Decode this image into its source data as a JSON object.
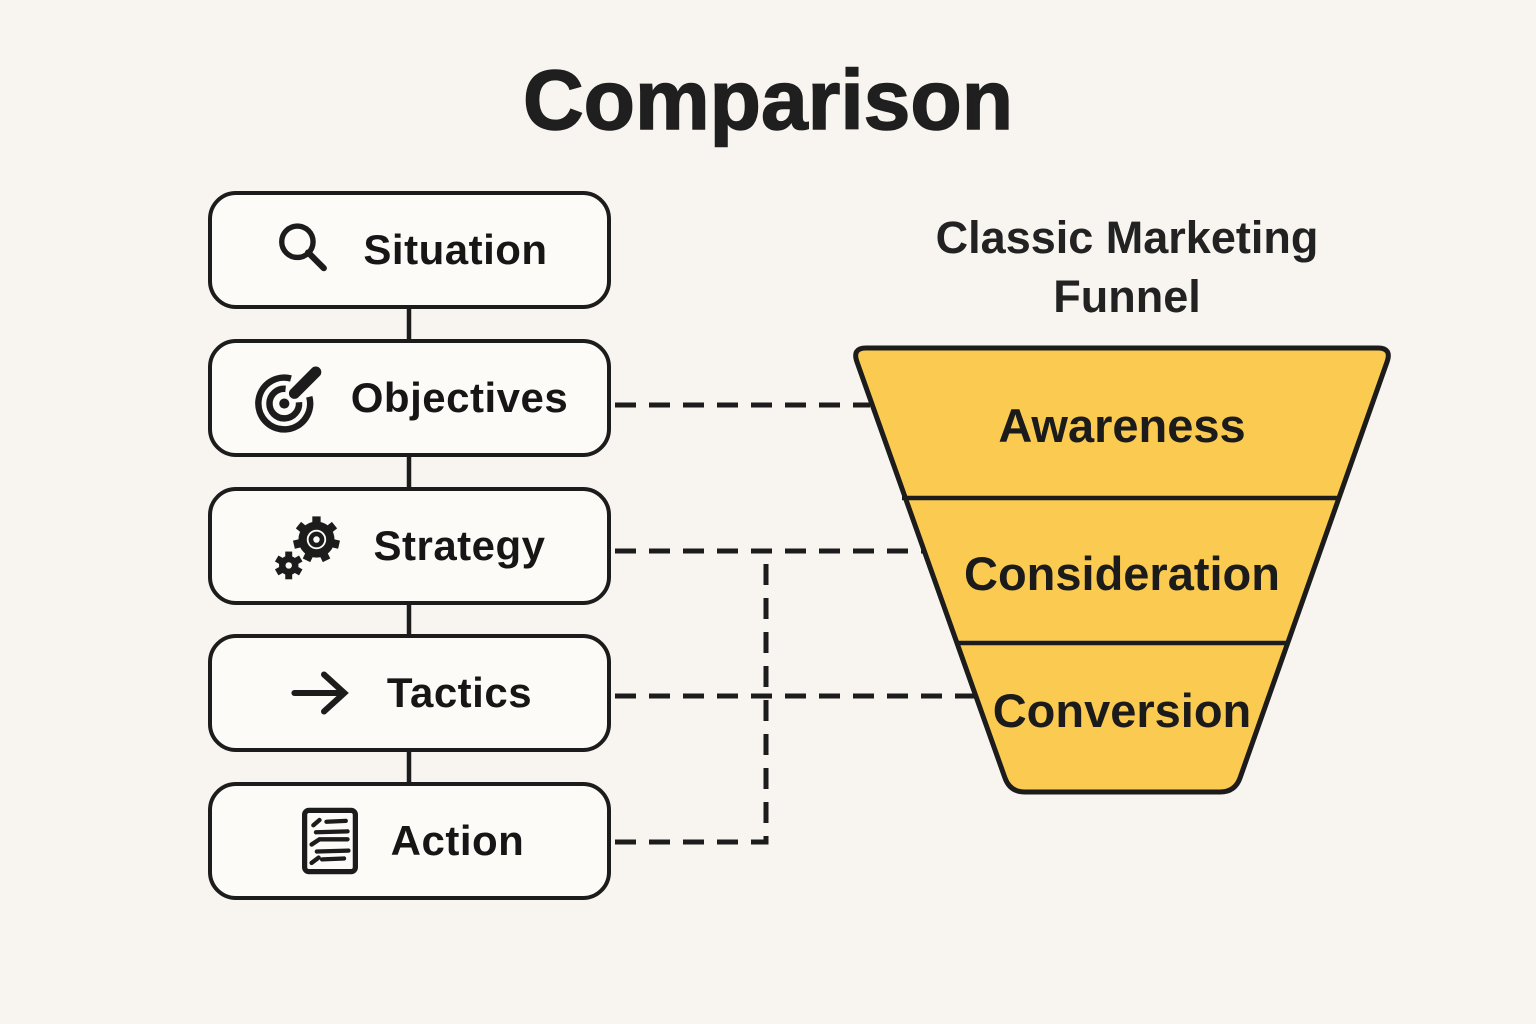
{
  "page": {
    "title": "Comparison",
    "background_color": "#F8F5F0"
  },
  "framework": {
    "steps": [
      {
        "label": "Situation",
        "icon": "search-icon"
      },
      {
        "label": "Objectives",
        "icon": "target-dart-icon"
      },
      {
        "label": "Strategy",
        "icon": "gears-icon"
      },
      {
        "label": "Tactics",
        "icon": "arrow-right-icon"
      },
      {
        "label": "Action",
        "icon": "document-list-icon"
      }
    ]
  },
  "funnel": {
    "title": "Classic Marketing Funnel",
    "stages": [
      {
        "label": "Awareness"
      },
      {
        "label": "Consideration"
      },
      {
        "label": "Conversion"
      }
    ],
    "fill_color": "#FACA51",
    "outline_color": "#1C1C1C"
  },
  "connections": [
    {
      "from": "Objectives",
      "to": "Awareness",
      "style": "dashed"
    },
    {
      "from": "Strategy",
      "to": "Consideration",
      "style": "dashed"
    },
    {
      "from": "Tactics",
      "to": "Conversion",
      "style": "dashed"
    },
    {
      "from": "Action",
      "to": "Consideration",
      "style": "dashed-elbow"
    }
  ]
}
